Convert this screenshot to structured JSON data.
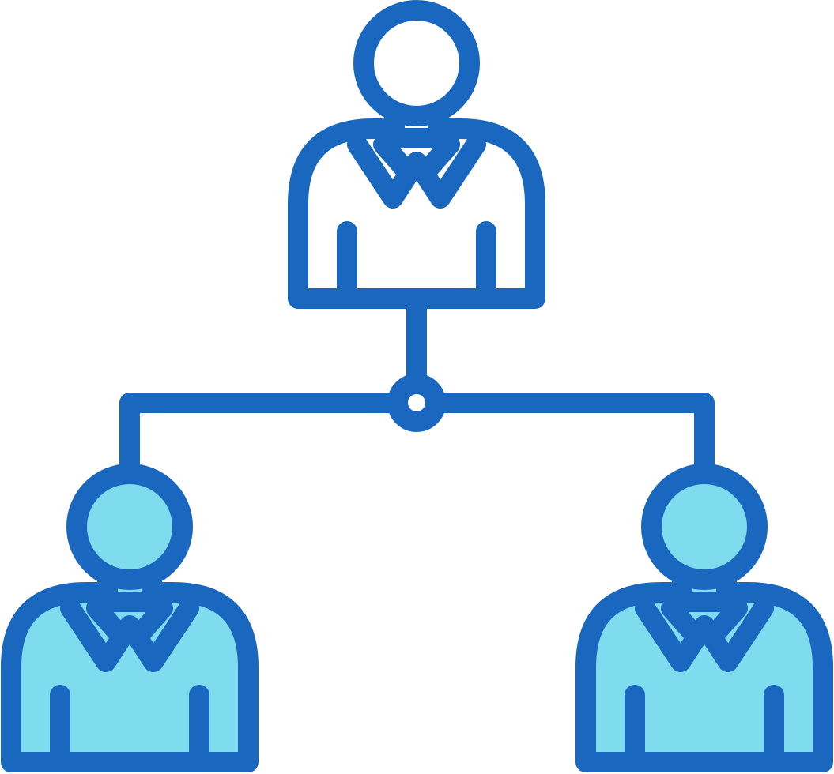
{
  "diagram": {
    "type": "org-hierarchy-icon",
    "colors": {
      "stroke": "#1a67bf",
      "top_fill": "#ffffff",
      "child_fill": "#7fdbee",
      "background": "#ffffff"
    },
    "nodes": [
      {
        "role": "manager",
        "icon": "person-icon",
        "filled": false
      },
      {
        "role": "subordinate-left",
        "icon": "person-icon",
        "filled": true
      },
      {
        "role": "subordinate-right",
        "icon": "person-icon",
        "filled": true
      }
    ],
    "connector": {
      "icon": "junction-node-icon"
    }
  }
}
